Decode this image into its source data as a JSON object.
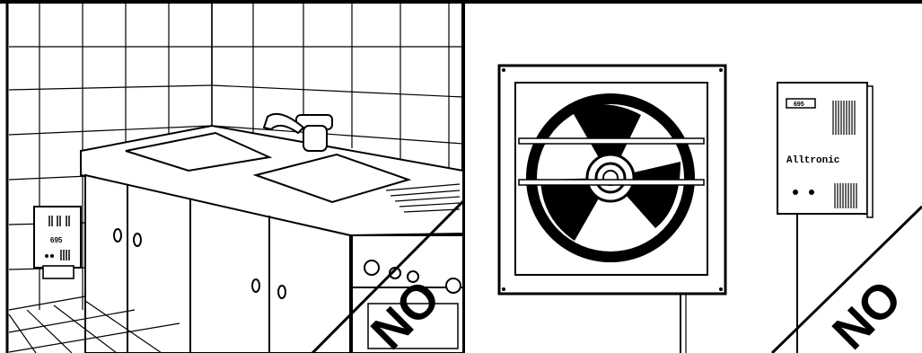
{
  "left_panel": {
    "detector_label": "695",
    "verdict": "NO"
  },
  "right_panel": {
    "detector_label": "695",
    "detector_brand": "Alltronic",
    "verdict": "NO"
  },
  "colors": {
    "ink": "#000000",
    "paper": "#ffffff"
  },
  "icons": [
    "detector-icon",
    "sink-faucet-icon",
    "exhaust-fan-icon"
  ]
}
